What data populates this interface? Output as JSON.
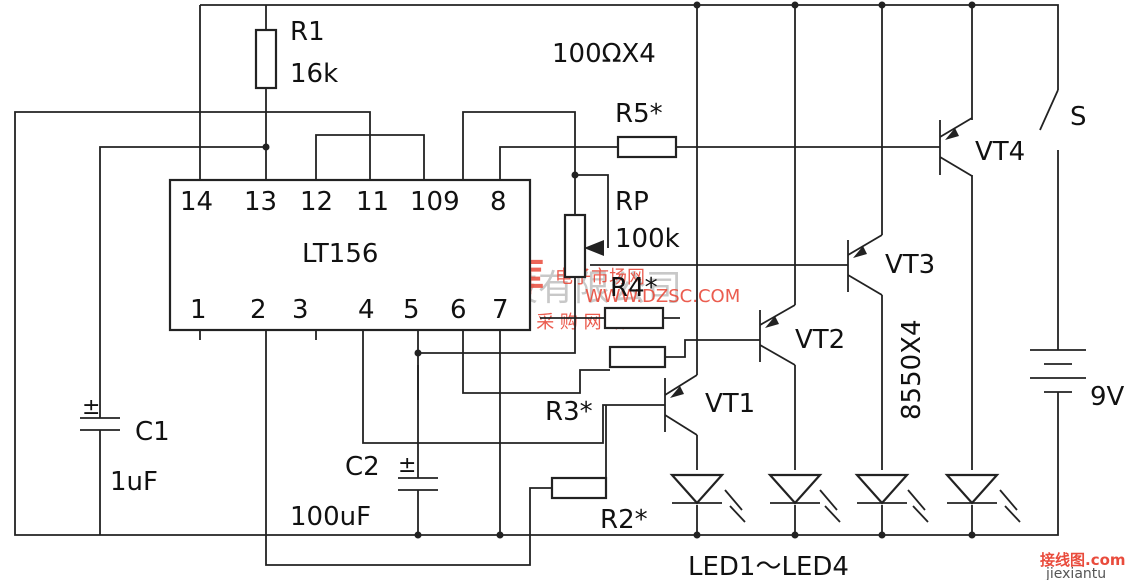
{
  "chip": {
    "name": "LT156",
    "top_pins": [
      "14",
      "13",
      "12",
      "11",
      "109",
      "8"
    ],
    "bottom_pins": [
      "1",
      "2",
      "3",
      "4",
      "5",
      "6",
      "7"
    ]
  },
  "components": {
    "R1": {
      "name": "R1",
      "value": "16k"
    },
    "resistor_note": "100ΩX4",
    "R5": "R5*",
    "RP": {
      "name": "RP",
      "value": "100k"
    },
    "R4": "R4*",
    "R3": "R3*",
    "R2": "R2*",
    "C1": {
      "name": "C1",
      "value": "1uF"
    },
    "C2": {
      "name": "C2",
      "value": "100uF"
    },
    "VT1": "VT1",
    "VT2": "VT2",
    "VT3": "VT3",
    "VT4": "VT4",
    "transistor_type": "8550X4",
    "switch": "S",
    "battery": "9V",
    "leds": "LED1～LED4"
  },
  "watermark": {
    "company": "杭州将睿科技有限公司",
    "brand": "维库",
    "subtitle": "电子市场网",
    "url": "WWW.DZSC.COM",
    "slogan": "全 球 最 大 I C 采 购 网 站",
    "corner_site": "接线图",
    "corner_com": ".com",
    "corner_url": "jiexiantu"
  },
  "colors": {
    "line": "#222222",
    "watermark_red": "#e94b3c",
    "watermark_gray": "#c8c8c8"
  }
}
